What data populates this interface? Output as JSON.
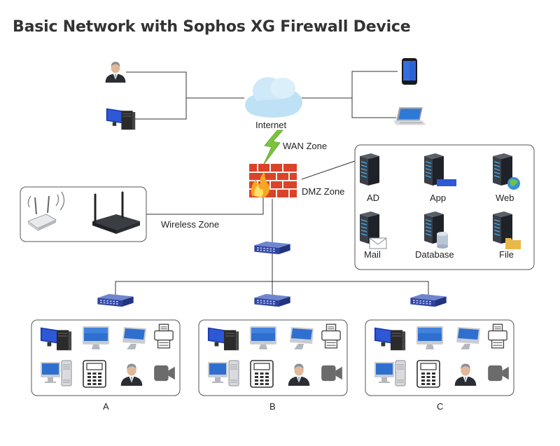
{
  "title": "Basic Network with Sophos XG Firewall Device",
  "internet_label": "Internet",
  "zones": {
    "wan": "WAN Zone",
    "dmz": "DMZ Zone",
    "wireless": "Wireless Zone"
  },
  "dmz_servers": {
    "ad": "AD",
    "app": "App",
    "web": "Web",
    "mail": "Mail",
    "database": "Database",
    "file": "File"
  },
  "groups": {
    "a": "A",
    "b": "B",
    "c": "C"
  },
  "colors": {
    "firewall_brick": "#d9432a",
    "switch_blue": "#3f55a8",
    "cloud": "#bfe1f5",
    "lightning": "#7cc43a",
    "server": "#2b2f36",
    "box_border": "#555555"
  },
  "icons": [
    "person-icon",
    "desktop-icon",
    "smartphone-icon",
    "laptop-icon",
    "cloud-icon",
    "firewall-icon",
    "wifi-access-point-icon",
    "router-icon",
    "server-icon",
    "switch-icon",
    "imac-icon",
    "printer-icon",
    "ip-phone-icon",
    "camera-icon"
  ]
}
